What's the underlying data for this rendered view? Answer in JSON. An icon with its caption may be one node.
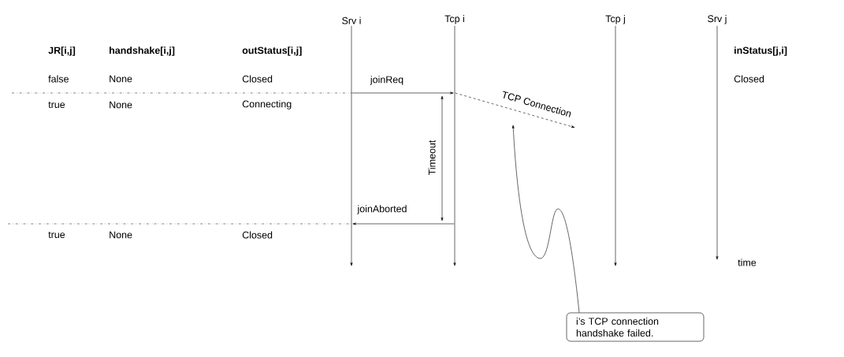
{
  "diagram": {
    "nodes": [
      {
        "text": [
          "Srv i"
        ]
      },
      {
        "text": [
          "Tcp i"
        ]
      },
      {
        "text": [
          "Tcp j"
        ]
      },
      {
        "text": [
          "Srv j"
        ]
      },
      {
        "text": [
          "i’s TCP connection handshake failed."
        ]
      }
    ],
    "edges": [
      {
        "from": 0,
        "to": 1,
        "arrow": "to",
        "label": "joinReq"
      },
      {
        "from": 1,
        "to": null,
        "arrow": "to",
        "label": "TCP Connection",
        "style": "dashed"
      },
      {
        "from": 1,
        "to": 0,
        "arrow": "to",
        "label": "joinAborted"
      },
      {
        "from": 4,
        "to": null,
        "arrow": "to"
      }
    ],
    "labels": [
      "JR[i,j]",
      "handshake[i,j]",
      "outStatus[i,j]",
      "inStatus[j,i]",
      "false",
      "None",
      "Closed",
      "Closed",
      "true",
      "None",
      "Connecting",
      "Timeout",
      "true",
      "None",
      "Closed",
      "time"
    ]
  }
}
